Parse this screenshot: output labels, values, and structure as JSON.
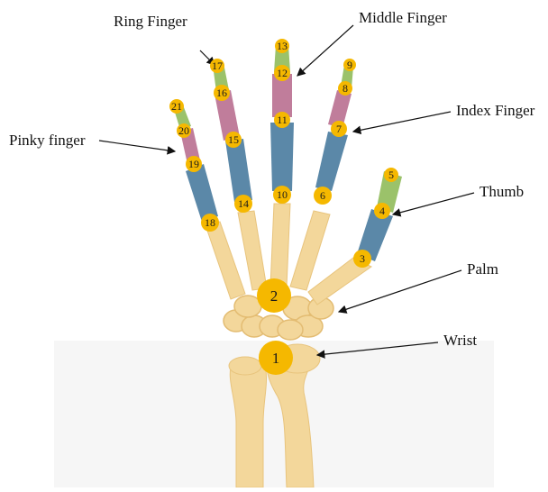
{
  "labels": {
    "ring": "Ring Finger",
    "middle": "Middle Finger",
    "index": "Index Finger",
    "pinky": "Pinky finger",
    "thumb": "Thumb",
    "palm": "Palm",
    "wrist": "Wrist"
  },
  "keypoints": [
    "1",
    "2",
    "3",
    "4",
    "5",
    "6",
    "7",
    "8",
    "9",
    "10",
    "11",
    "12",
    "13",
    "14",
    "15",
    "16",
    "17",
    "18",
    "19",
    "20",
    "21"
  ],
  "colors": {
    "bone": "#f3d79b",
    "bone_shade": "#e8c47d",
    "blue": "#5b88a8",
    "pink": "#c07d9b",
    "green": "#9bc26a",
    "joint": "#f5b800",
    "joint_text": "#1a1a1a",
    "background_panel": "#f7f7f7"
  }
}
